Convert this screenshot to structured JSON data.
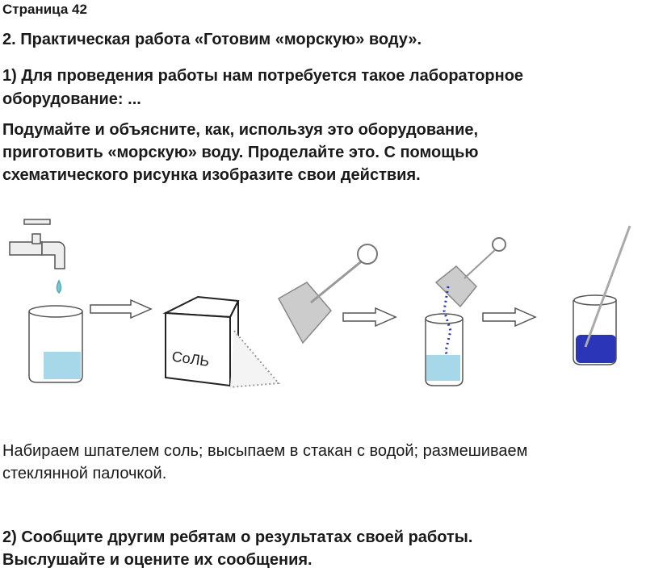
{
  "page_label": "Страница 42",
  "task_title": "2. Практическая работа «Готовим «морскую» воду».",
  "step1": [
    "1) Для проведения работы нам потребуется такое лабораторное",
    "оборудование: ..."
  ],
  "prompt": [
    "Подумайте и объясните, как, используя это оборудование,",
    "приготовить «морскую» воду. Проделайте это. С помощью",
    "схематического рисунка изобразите свои действия."
  ],
  "illustration": {
    "bag_label": "СоЛЬ",
    "water_color": "#a6d8ea",
    "solution_color": "#2a35b8"
  },
  "answer": [
    "Набираем шпателем соль; высыпаем в стакан с водой; размешиваем",
    "стеклянной палочкой."
  ],
  "step2": [
    "2) Сообщите другим ребятам о результатах своей работы.",
    "Выслушайте и оцените их сообщения."
  ]
}
